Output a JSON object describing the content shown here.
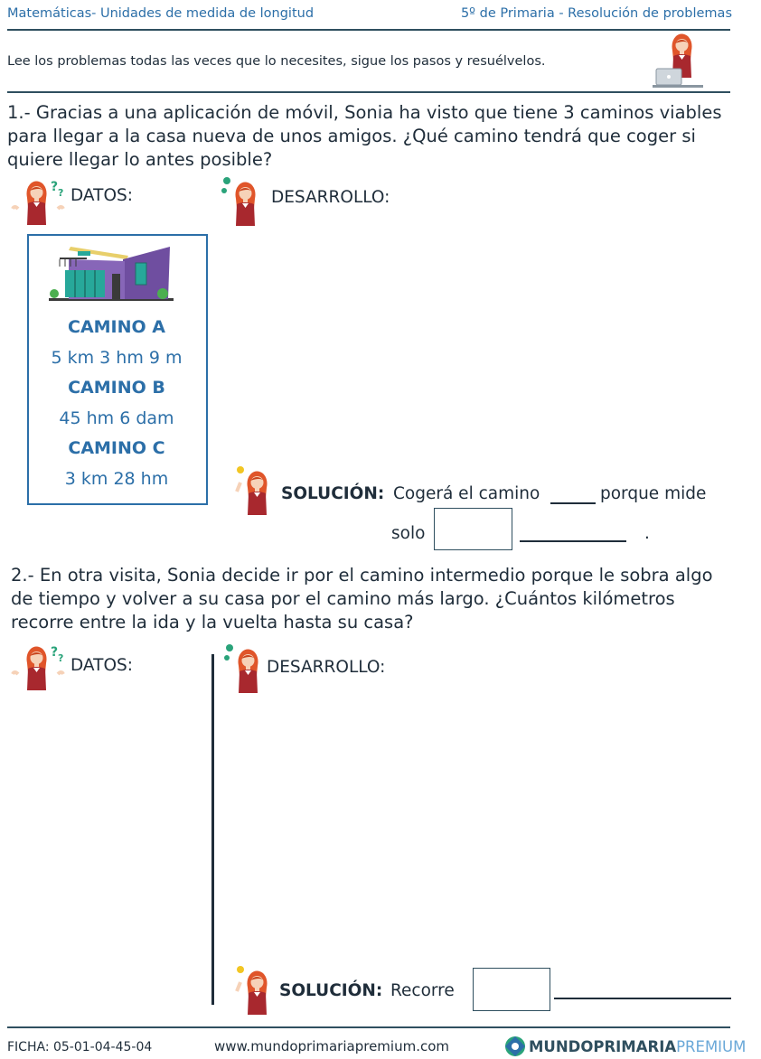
{
  "header": {
    "left": "Matemáticas- Unidades de medida de longitud",
    "right": "5º de Primaria - Resolución de problemas"
  },
  "instructions": "Lee los problemas todas las veces que lo necesites, sigue los pasos y resuélvelos.",
  "problem1": {
    "line1": "1.- Gracias a una aplicación de móvil, Sonia ha visto que tiene 3 caminos viables",
    "line2": "para llegar a la casa nueva de unos amigos. ¿Qué camino tendrá que coger si",
    "line3": "quiere llegar lo antes posible?",
    "datos_label": "DATOS:",
    "desarrollo_label": "DESARROLLO:",
    "caminos": [
      {
        "name": "CAMINO A",
        "value": "5 km 3 hm 9 m"
      },
      {
        "name": "CAMINO B",
        "value": "45 hm 6 dam"
      },
      {
        "name": "CAMINO C",
        "value": "3 km 28 hm"
      }
    ],
    "solucion_label": "SOLUCIÓN:",
    "sol_text1": "Cogerá el camino",
    "sol_text2": "porque mide",
    "sol_text3": "solo",
    "sol_dot": "."
  },
  "problem2": {
    "line1": "2.- En otra visita, Sonia decide ir por el camino intermedio porque le sobra algo",
    "line2": "de tiempo y volver a su casa por el camino más largo. ¿Cuántos kilómetros",
    "line3": "recorre entre la ida y la vuelta hasta su casa?",
    "datos_label": "DATOS:",
    "desarrollo_label": "DESARROLLO:",
    "solucion_label": "SOLUCIÓN:",
    "sol_text1": "Recorre"
  },
  "footer": {
    "ficha": "FICHA:  05-01-04-45-04",
    "url": "www.mundoprimariapremium.com",
    "brand_mundo": "MUNDO",
    "brand_primaria": "PRIMARIA",
    "brand_premium": "PREMIUM"
  },
  "colors": {
    "accent": "#2c6fa8",
    "text": "#1f2d3a",
    "girl_dress": "#a8282e",
    "hair": "#e0552a"
  }
}
